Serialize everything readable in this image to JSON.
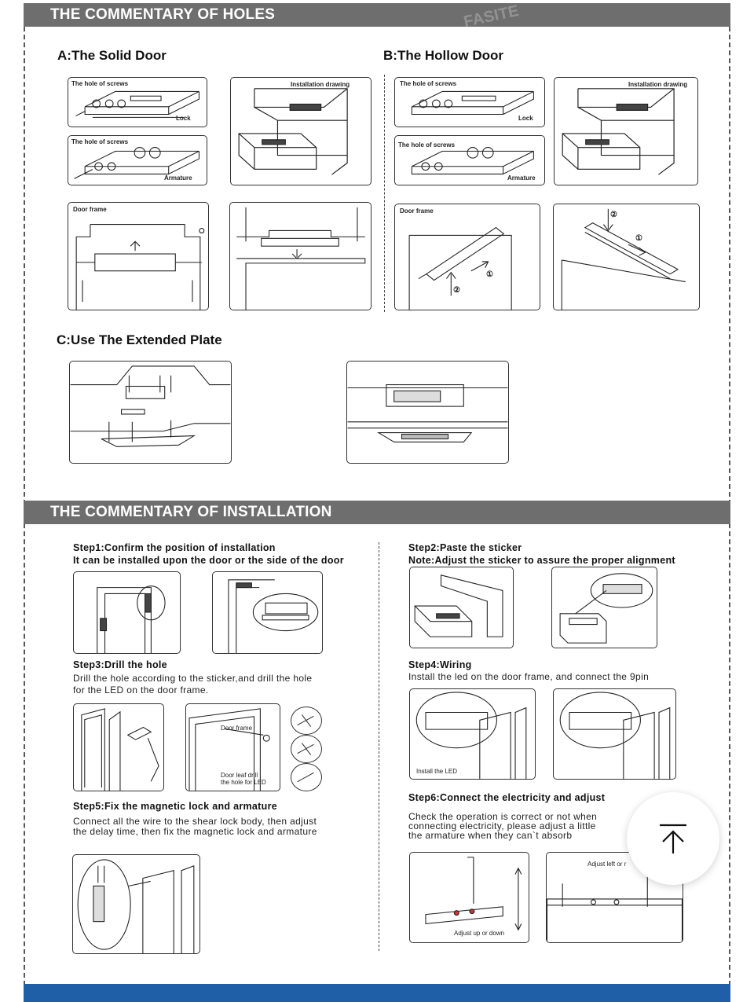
{
  "sections": {
    "holes_title": "THE COMMENTARY OF HOLES",
    "install_title": "THE COMMENTARY OF INSTALLATION"
  },
  "watermark": {
    "text": "FASITE"
  },
  "holes": {
    "solid_door": {
      "title": "A:The Solid Door",
      "labels": {
        "lock_holes": "The hole of screws",
        "lock": "Lock",
        "arm_holes": "The hole of screws",
        "armature": "Armature",
        "installation": "Installation drawing",
        "door_frame": "Door frame"
      }
    },
    "hollow_door": {
      "title": "B:The Hollow Door",
      "labels": {
        "lock_holes": "The hole of screws",
        "lock": "Lock",
        "arm_holes": "The hole of screws",
        "armature": "Armature",
        "installation": "Installation drawing",
        "door_frame": "Door frame",
        "mark_1": "①",
        "mark_2": "②"
      }
    },
    "extended_plate": {
      "title": "C:Use The Extended Plate"
    }
  },
  "steps": {
    "step1": {
      "title": "Step1:Confirm the position of installation",
      "text": "It can be installed upon the door or the side of the door"
    },
    "step2": {
      "title": "Step2:Paste the sticker",
      "text": "Note:Adjust the sticker to assure the proper alignment"
    },
    "step3": {
      "title": "Step3:Drill the hole",
      "text1": "Drill the hole according to the sticker,and drill the hole",
      "text2": "for the LED on the door frame.",
      "door_frame_label": "Door frame",
      "drill_label1": "Door leaf drill",
      "drill_label2": "the hole for LED"
    },
    "step4": {
      "title": "Step4:Wiring",
      "text": "Install the led on the door frame, and connect the 9pin",
      "led_label": "Install the LED"
    },
    "step5": {
      "title": "Step5:Fix the magnetic lock and armature",
      "text1": "Connect all the wire to the shear lock body, then adjust",
      "text2": "the delay time, then fix the magnetic lock and armature"
    },
    "step6": {
      "title": "Step6:Connect the electricity and adjust",
      "text1": "Check the operation is correct or not when",
      "text2": "connecting electricity, please adjust a little",
      "text3": "the armature when they can`t absorb",
      "adjust_ud": "Adjust up or down",
      "adjust_lr": "Adjust left or r"
    }
  },
  "scroll_top": {
    "icon": "arrow-up-to-top-icon"
  },
  "colors": {
    "header_bg": "#6e6e6e",
    "bottom_bar": "#1e5fa8"
  }
}
